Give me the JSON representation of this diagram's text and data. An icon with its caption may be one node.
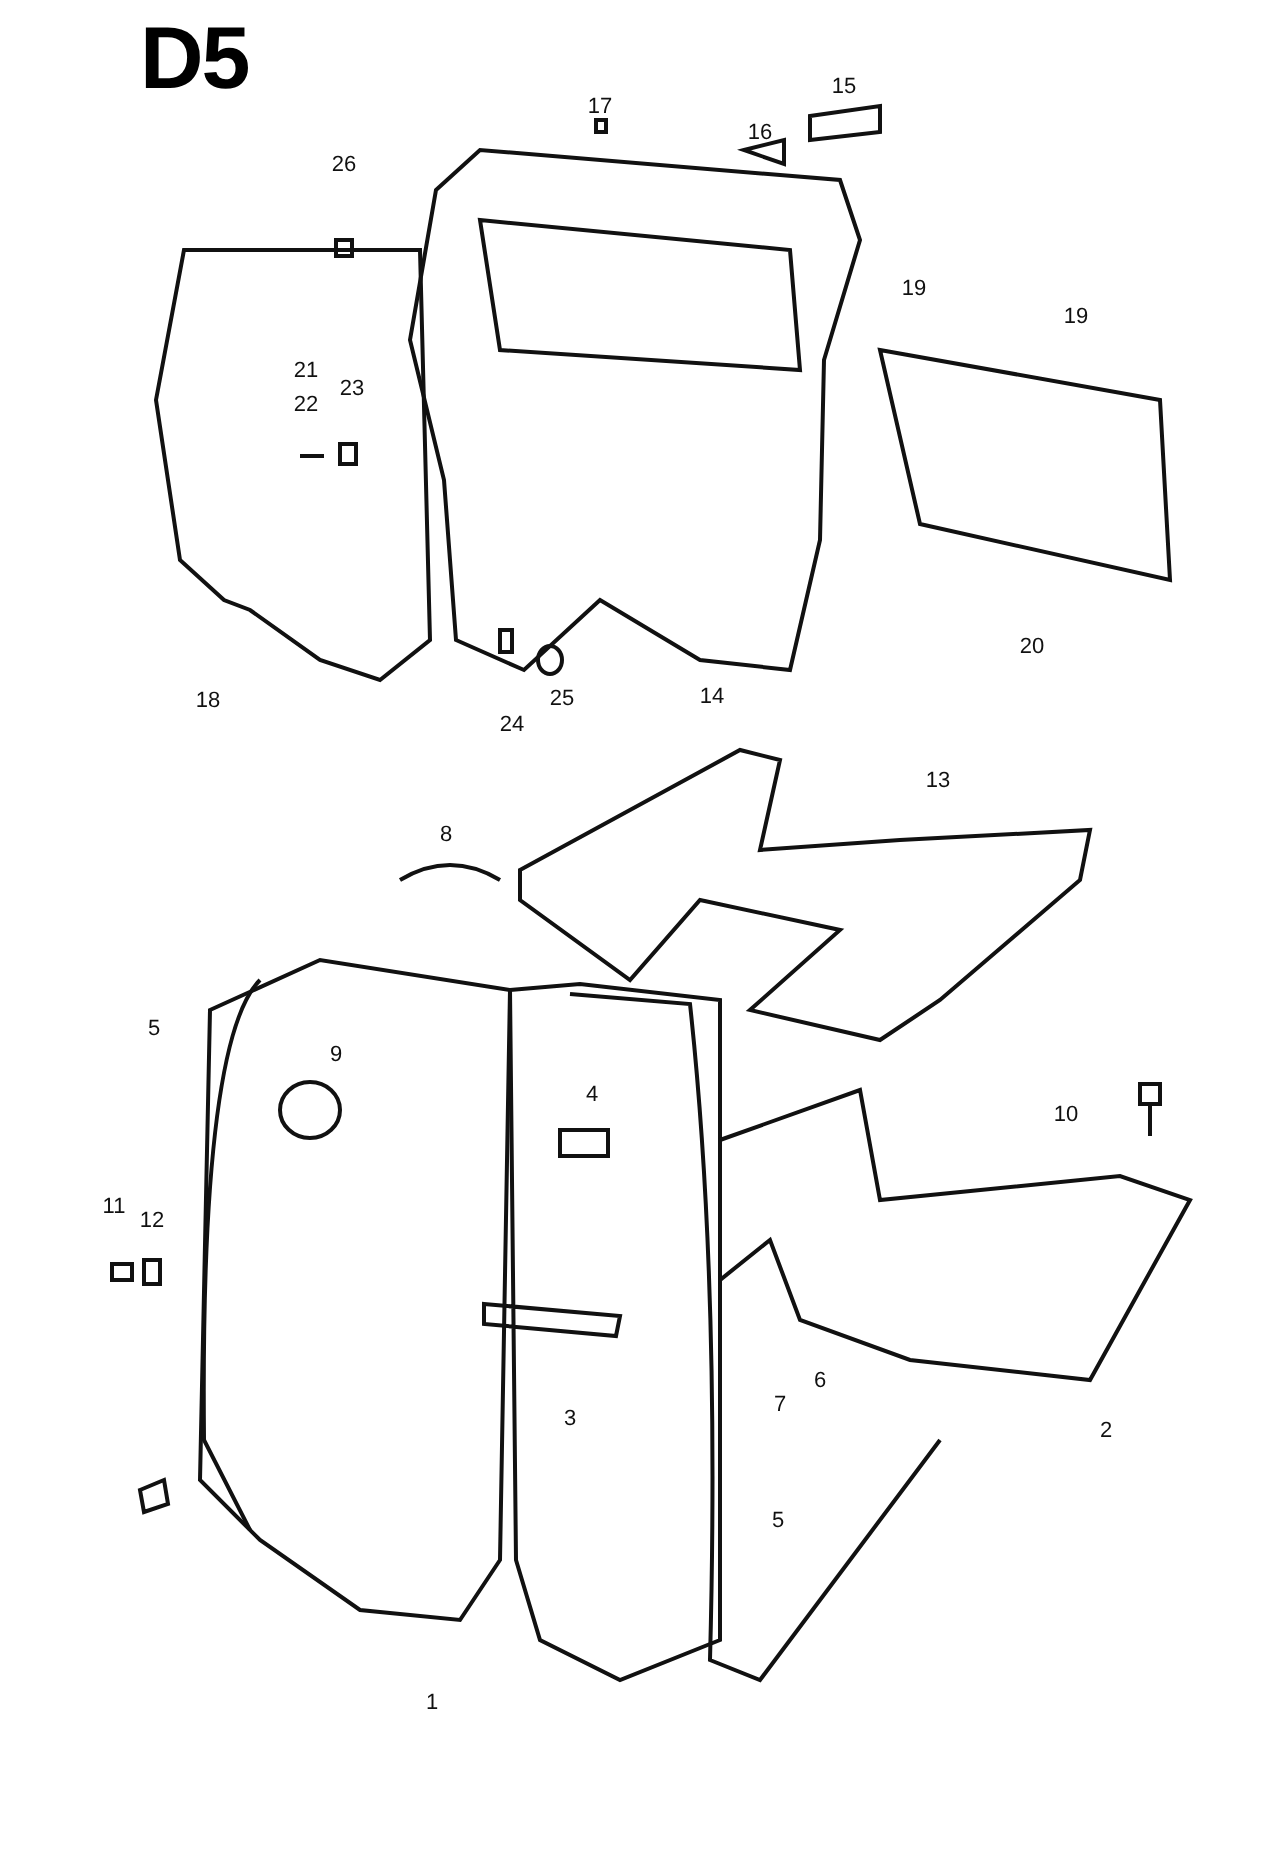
{
  "diagram": {
    "title": "D5",
    "labels": [
      "17",
      "15",
      "26",
      "16",
      "19",
      "19",
      "21",
      "23",
      "22",
      "18",
      "24",
      "25",
      "14",
      "20",
      "13",
      "8",
      "5",
      "9",
      "4",
      "10",
      "11",
      "12",
      "3",
      "6",
      "7",
      "2",
      "5",
      "1"
    ]
  }
}
